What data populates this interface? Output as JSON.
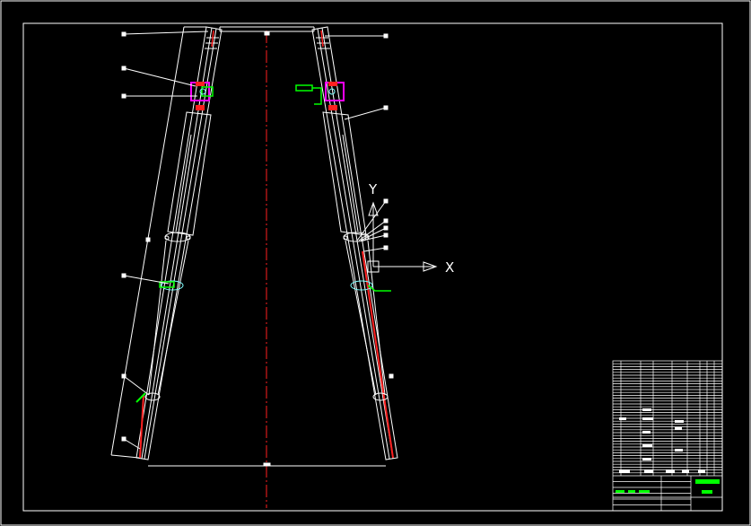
{
  "drawing": {
    "background": "#000000",
    "line_color": "#ffffff",
    "centerline_color": "#ff2020",
    "accent_green": "#00ff00",
    "accent_magenta": "#ff00ff",
    "accent_red": "#ff2020",
    "accent_cyan": "#80ffff"
  },
  "axes": {
    "y_label": "Y",
    "x_label": "X"
  },
  "title_block": {
    "visible": true,
    "rows": 40
  }
}
